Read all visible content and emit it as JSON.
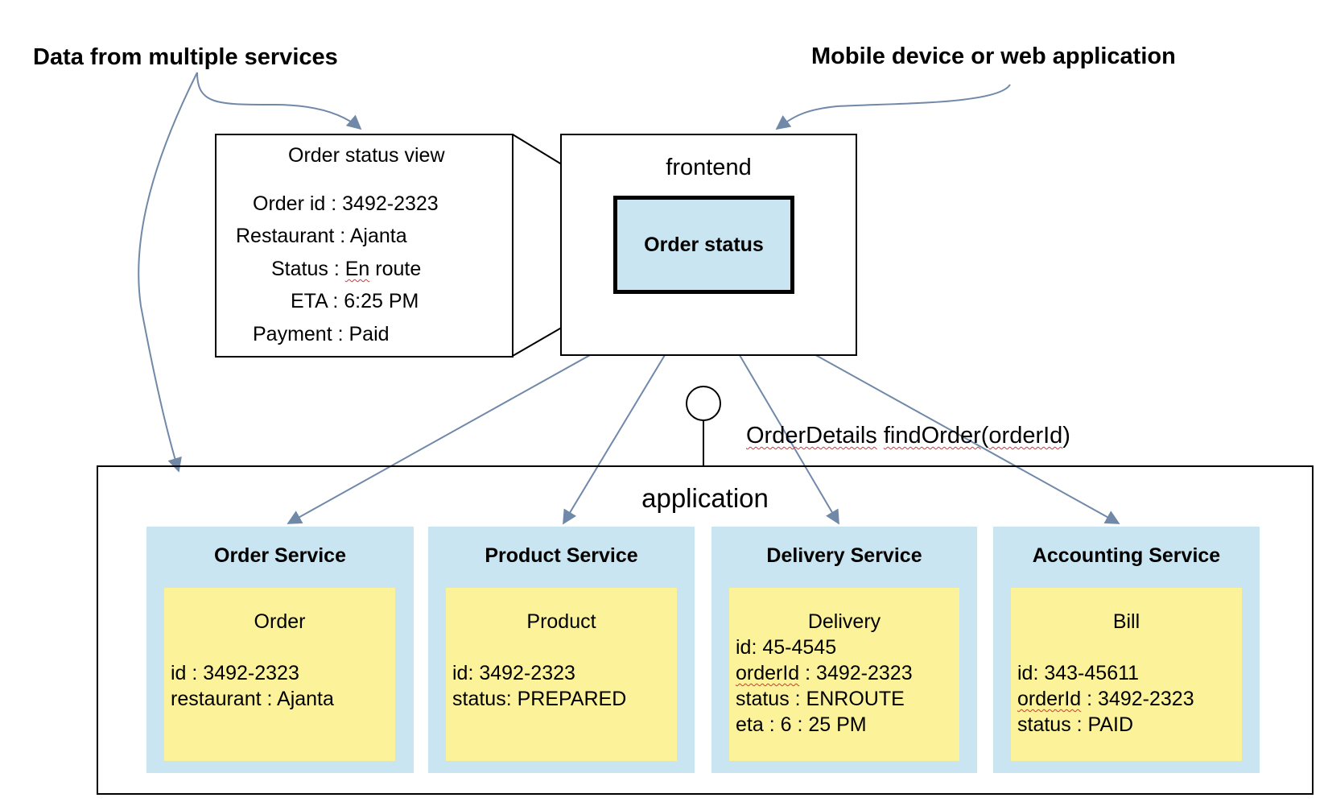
{
  "annotations": {
    "left": "Data from multiple services",
    "right": "Mobile device or web application"
  },
  "order_view": {
    "title": "Order status view",
    "order_id_label": "Order id : 3492-2323",
    "restaurant_label": "Restaurant : Ajanta",
    "status_prefix": "Status : ",
    "status_value_marked": "En",
    "status_value_rest": " route",
    "eta_label": "ETA : 6:25 PM",
    "payment_label": "Payment : Paid"
  },
  "frontend": {
    "title": "frontend",
    "component": "Order status"
  },
  "interface": {
    "part1": "OrderDetails",
    "part2": "findOrder",
    "part3": "(",
    "part4": "orderId",
    "part5": ")"
  },
  "application": {
    "title": "application",
    "services": [
      {
        "name": "Order Service",
        "entity": "Order",
        "fields": [
          "id : 3492-2323",
          "restaurant : Ajanta"
        ]
      },
      {
        "name": "Product Service",
        "entity": "Product",
        "fields": [
          "id: 3492-2323",
          "status: PREPARED"
        ]
      },
      {
        "name": "Delivery Service",
        "entity": "Delivery",
        "fields": [
          "id: 45-4545",
          "orderId",
          " : 3492-2323",
          "status : ENROUTE",
          "eta : 6 : 25 PM"
        ]
      },
      {
        "name": "Accounting Service",
        "entity": "Bill",
        "fields": [
          "id: 343-45611",
          "orderId",
          " : 3492-2323",
          "status : PAID"
        ]
      }
    ]
  },
  "colors": {
    "service_bg": "#c8e5f1",
    "entity_bg": "#fbf29a",
    "component_bg": "#c8e5f1",
    "arrow": "#7089a8",
    "spellcheck": "#dd3333"
  }
}
